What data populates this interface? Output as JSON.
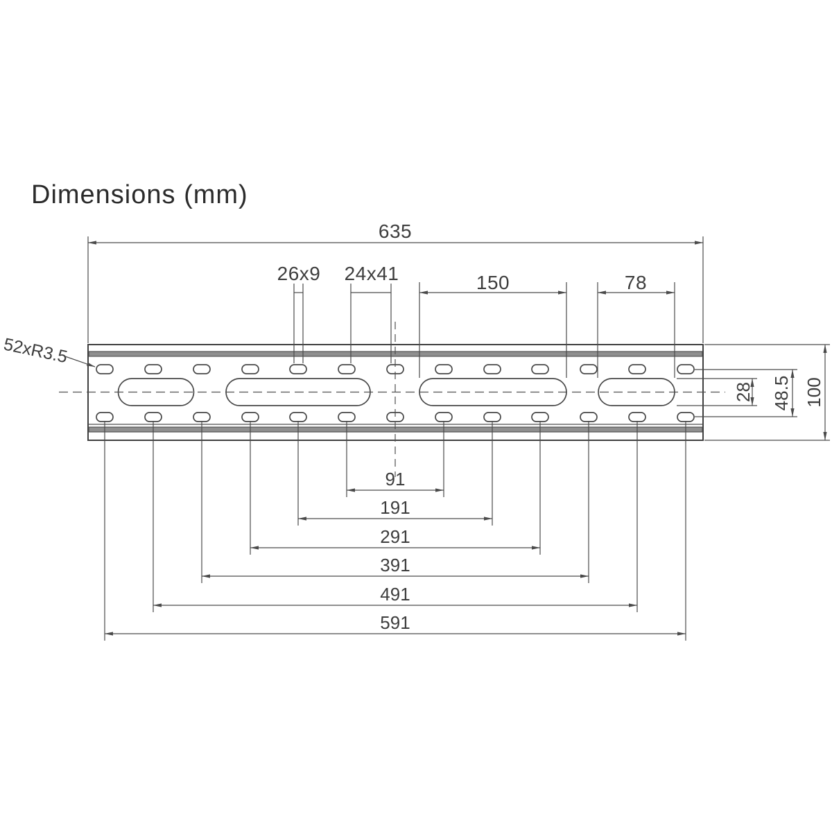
{
  "title": "Dimensions  (mm)",
  "dimensions": {
    "total_length": "635",
    "small_slot": "26x9",
    "slot_gap": "24x41",
    "large_slot_a": "150",
    "large_slot_b": "78",
    "end_radius": "52xR3.5",
    "large_slot_height": "28",
    "row_spacing": "48.5",
    "profile_height": "100",
    "bolt_spacings": [
      "91",
      "191",
      "291",
      "391",
      "491",
      "591"
    ]
  }
}
